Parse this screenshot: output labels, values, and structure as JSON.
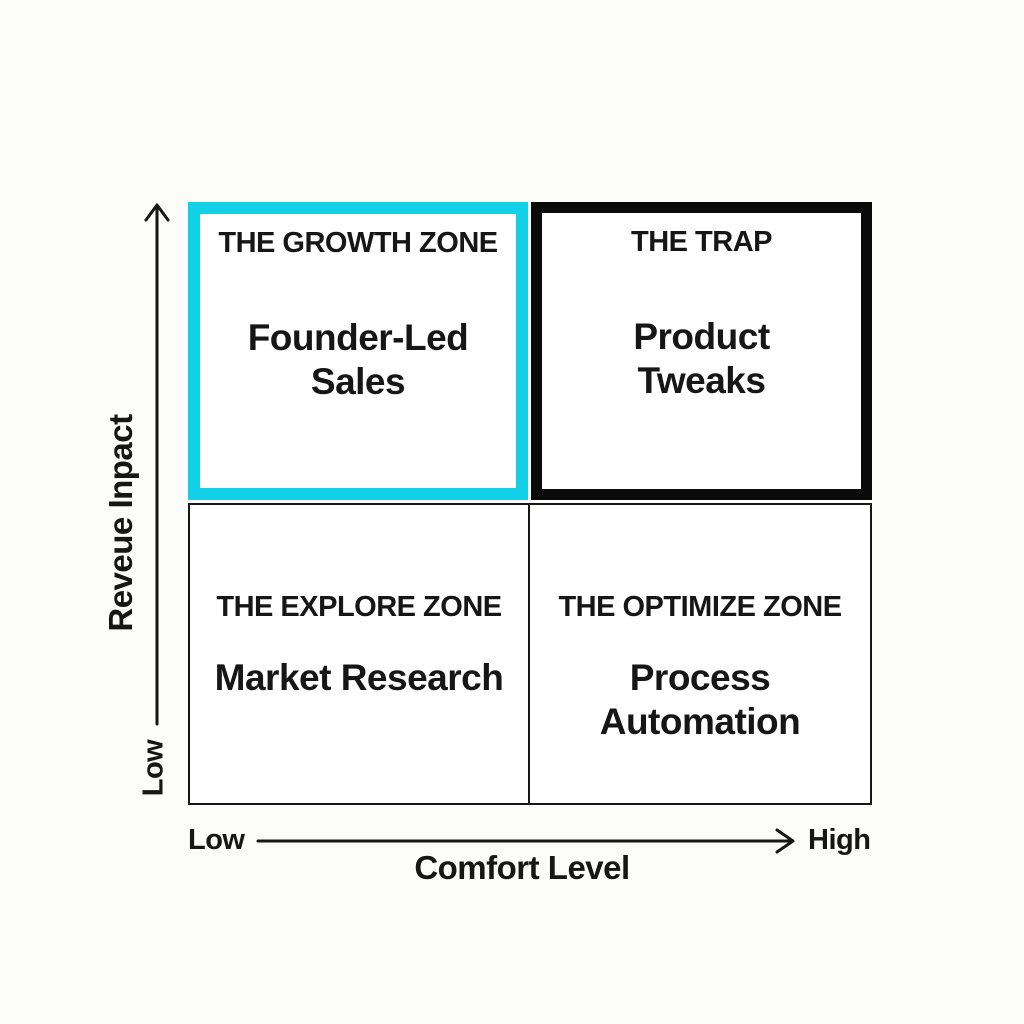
{
  "quadrants": [
    {
      "id": "growth",
      "zone": "THE GROWTH ZONE",
      "label": "Founder-Led\nSales"
    },
    {
      "id": "trap",
      "zone": "THE TRAP",
      "label": "Product\nTweaks"
    },
    {
      "id": "explore",
      "zone": "THE EXPLORE ZONE",
      "label": "Market Research"
    },
    {
      "id": "optimize",
      "zone": "THE OPTIMIZE ZONE",
      "label": "Process\nAutomation"
    }
  ],
  "axes": {
    "y": {
      "label": "Reveue Inpact",
      "min_label": "Low"
    },
    "x": {
      "label": "Comfort Level",
      "min_label": "Low",
      "max_label": "High"
    }
  },
  "colors": {
    "highlight_border": "#12d0e6",
    "trap_border": "#0a0a0a",
    "grid_border": "#161616",
    "text": "#161616",
    "background": "#fcfcfa"
  }
}
